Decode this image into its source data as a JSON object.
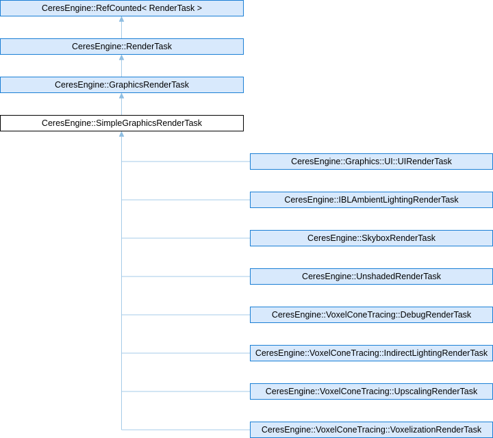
{
  "diagram": {
    "kind": "class-inheritance-graph",
    "current_class": "CeresEngine::SimpleGraphicsRenderTask",
    "ancestors": [
      {
        "label": "CeresEngine::RefCounted< RenderTask >"
      },
      {
        "label": "CeresEngine::RenderTask"
      },
      {
        "label": "CeresEngine::GraphicsRenderTask"
      }
    ],
    "current": {
      "label": "CeresEngine::SimpleGraphicsRenderTask"
    },
    "descendants": [
      {
        "label": "CeresEngine::Graphics::UI::UIRenderTask"
      },
      {
        "label": "CeresEngine::IBLAmbientLightingRenderTask"
      },
      {
        "label": "CeresEngine::SkyboxRenderTask"
      },
      {
        "label": "CeresEngine::UnshadedRenderTask"
      },
      {
        "label": "CeresEngine::VoxelConeTracing::DebugRenderTask"
      },
      {
        "label": "CeresEngine::VoxelConeTracing::IndirectLightingRenderTask"
      },
      {
        "label": "CeresEngine::VoxelConeTracing::UpscalingRenderTask"
      },
      {
        "label": "CeresEngine::VoxelConeTracing::VoxelizationRenderTask"
      }
    ],
    "colors": {
      "node_fill": "#d8e9fc",
      "node_border": "#1a7fd5",
      "current_fill": "#ffffff",
      "current_border": "#000000",
      "edge": "#a5cbe8",
      "arrowhead": "#8fbee2",
      "text": "#000000",
      "bg": "#ffffff"
    }
  }
}
